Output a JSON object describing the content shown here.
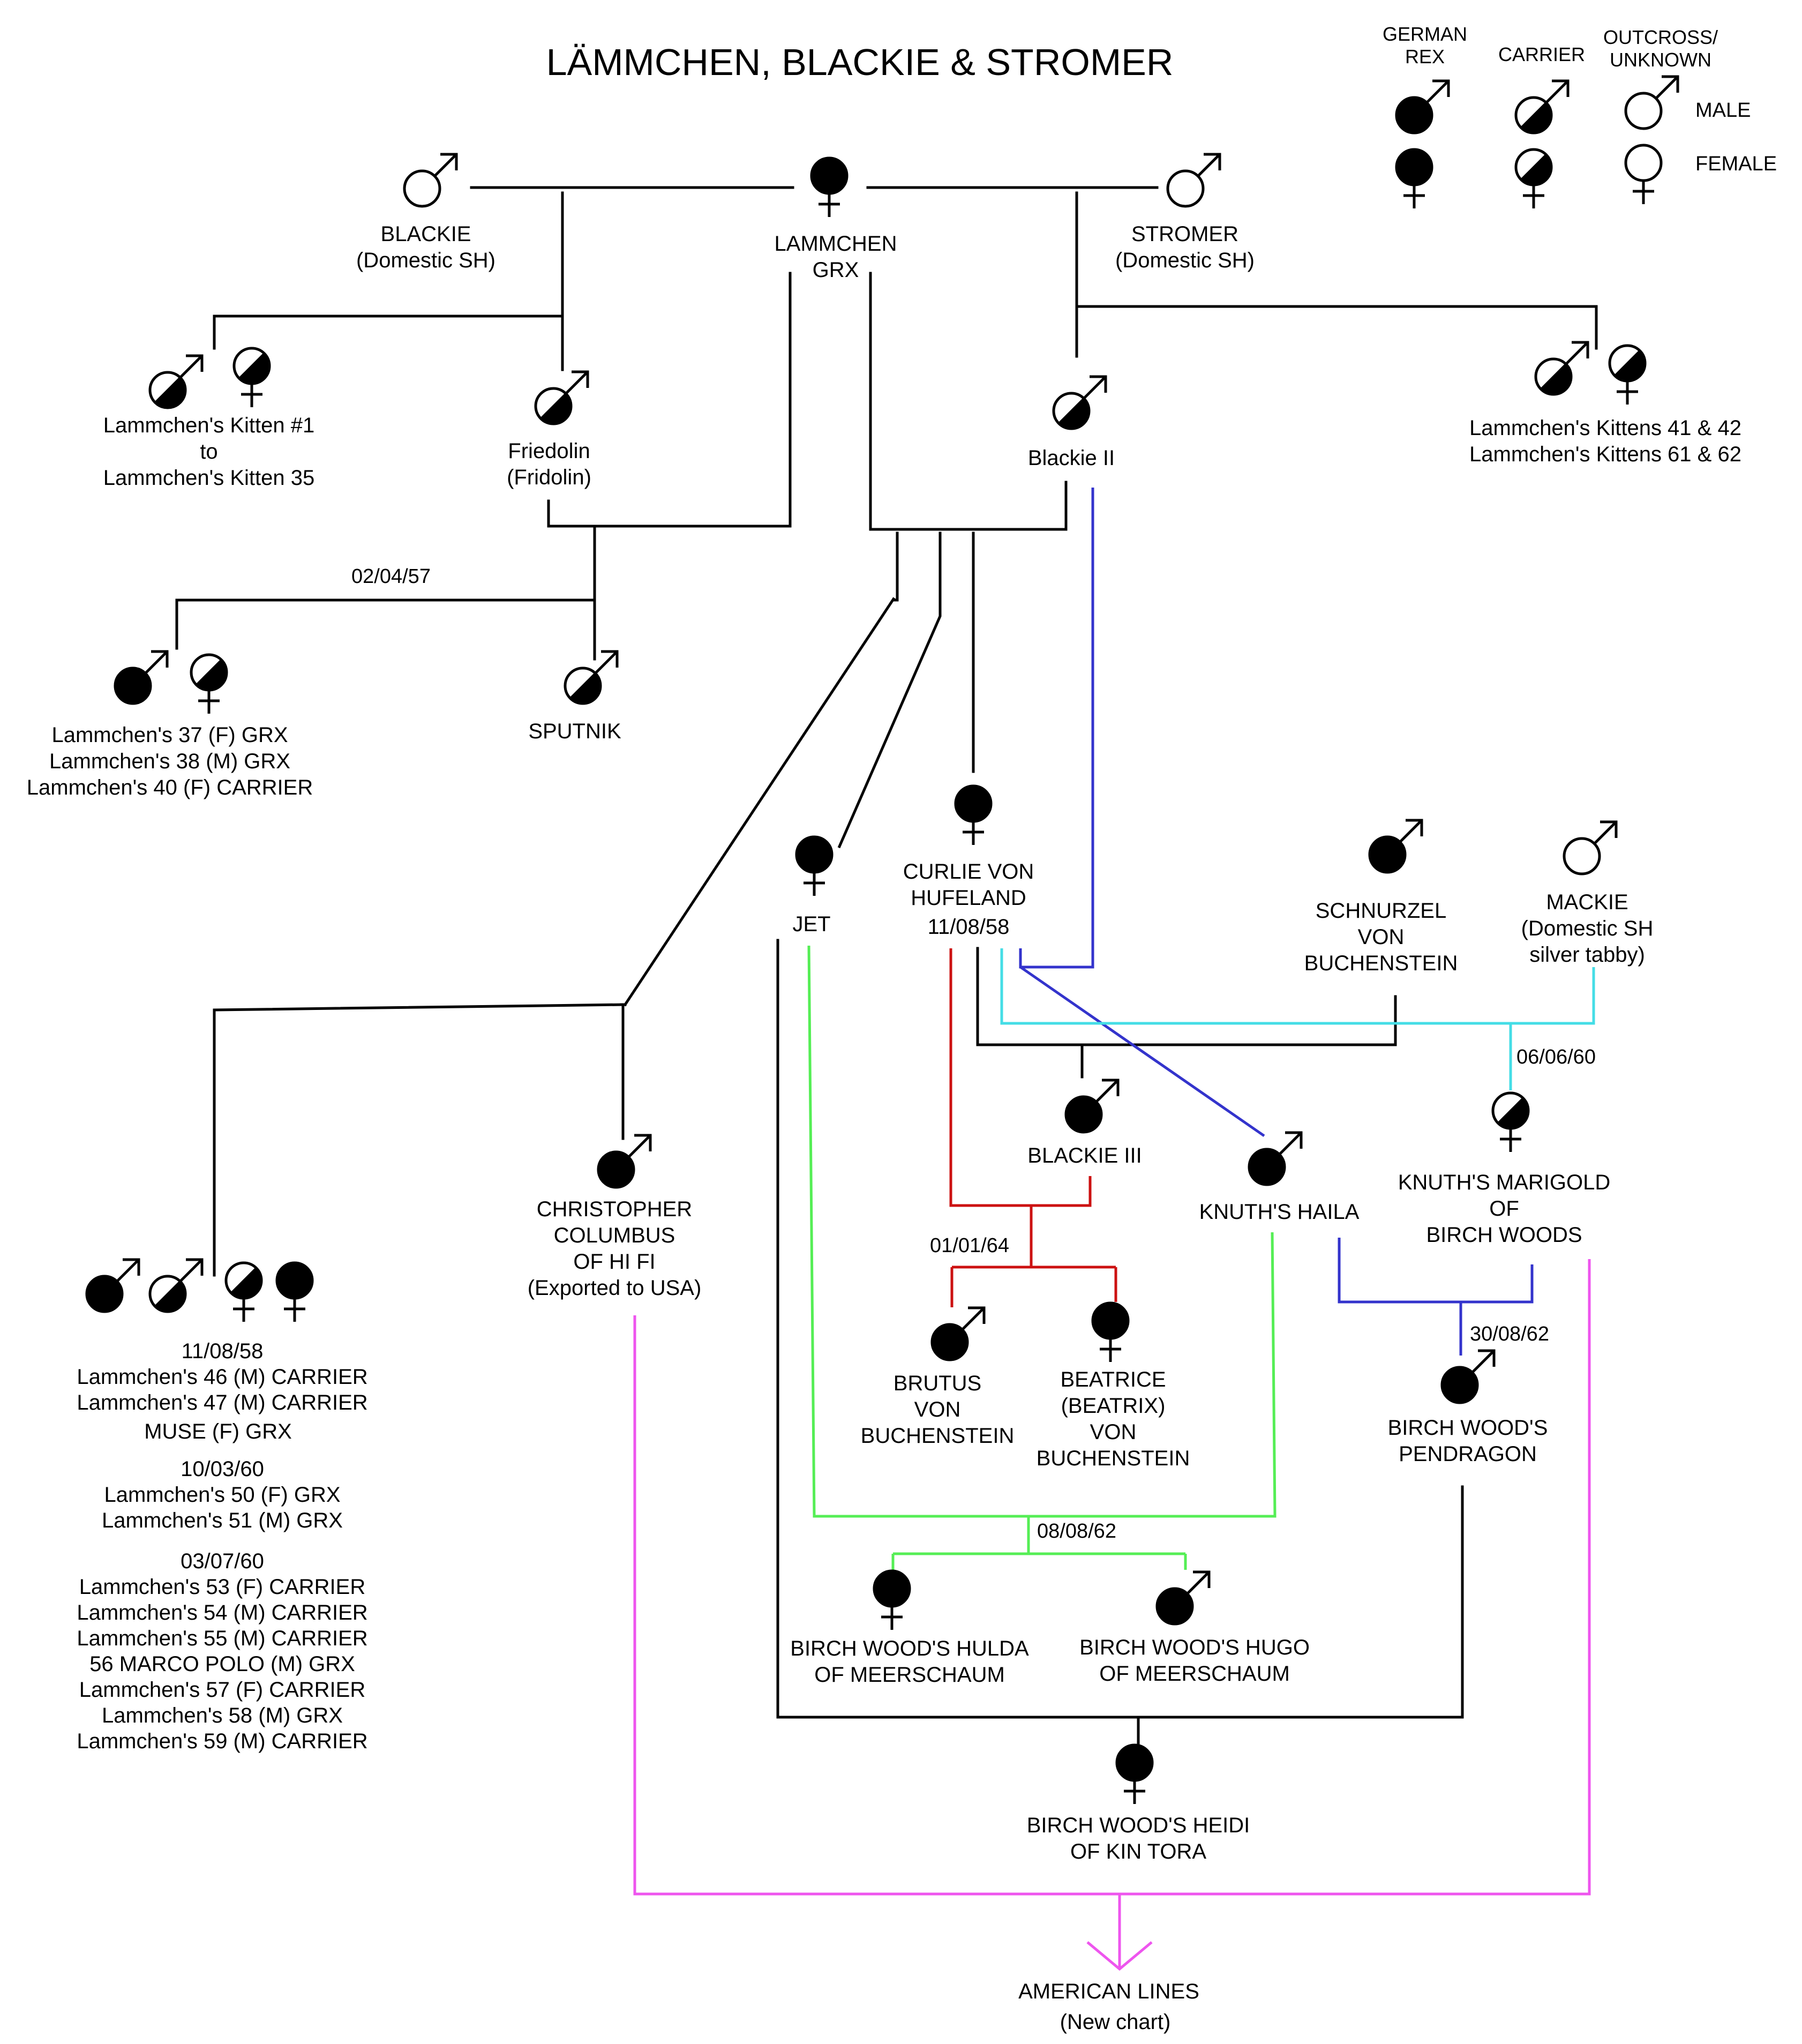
{
  "title": "LÄMMCHEN, BLACKIE & STROMER",
  "legend": {
    "columns": {
      "german_rex": [
        "GERMAN",
        "REX"
      ],
      "carrier": [
        "CARRIER"
      ],
      "outcross": [
        "OUTCROSS/",
        "UNKNOWN"
      ]
    },
    "rows": {
      "male": "MALE",
      "female": "FEMALE"
    }
  },
  "colors": {
    "line_black": "#000000",
    "line_blue": "#3333cc",
    "line_cyan": "#44dde6",
    "line_red": "#cc1111",
    "line_green": "#55ee55",
    "line_magenta": "#ee55ee"
  },
  "cats": {
    "blackie": [
      "BLACKIE",
      "(Domestic SH)"
    ],
    "lammchen": [
      "LAMMCHEN",
      "GRX"
    ],
    "stromer": [
      "STROMER",
      "(Domestic SH)"
    ],
    "kittens_1_35": [
      "Lammchen's Kitten #1",
      "to",
      "Lammchen's Kitten 35"
    ],
    "friedolin": [
      "Friedolin",
      "(Fridolin)"
    ],
    "blackie_ii": [
      "Blackie II"
    ],
    "kittens_41_62": [
      "Lammchen's Kittens 41 & 42",
      "Lammchen's Kittens 61 & 62"
    ],
    "litter_37_40": [
      "Lammchen's 37 (F) GRX",
      "Lammchen's 38 (M) GRX",
      "Lammchen's 40 (F) CARRIER"
    ],
    "sputnik": [
      "SPUTNIK"
    ],
    "jet": [
      "JET"
    ],
    "curlie": [
      "CURLIE VON",
      "HUFELAND",
      "11/08/58"
    ],
    "schnurzel": [
      "SCHNURZEL",
      "VON",
      "BUCHENSTEIN"
    ],
    "mackie": [
      "MACKIE",
      "(Domestic SH",
      "silver tabby)"
    ],
    "christopher": [
      "CHRISTOPHER",
      "COLUMBUS",
      "OF HI FI",
      "(Exported to USA)"
    ],
    "blackie_iii": [
      "BLACKIE III"
    ],
    "knuths_haila": [
      "KNUTH'S HAILA"
    ],
    "marigold": [
      "KNUTH'S MARIGOLD",
      "OF",
      "BIRCH WOODS"
    ],
    "brutus": [
      "BRUTUS",
      "VON",
      "BUCHENSTEIN"
    ],
    "beatrice": [
      "BEATRICE",
      "(BEATRIX)",
      "VON",
      "BUCHENSTEIN"
    ],
    "pendragon": [
      "BIRCH WOOD'S",
      "PENDRAGON"
    ],
    "hulda": [
      "BIRCH WOOD'S HULDA",
      "OF MEERSCHAUM"
    ],
    "hugo": [
      "BIRCH WOOD'S HUGO",
      "OF MEERSCHAUM"
    ],
    "heidi": [
      "BIRCH WOOD'S HEIDI",
      "OF KIN TORA"
    ],
    "american_lines": [
      "AMERICAN LINES",
      "(New chart)"
    ]
  },
  "litter_list": [
    "11/08/58",
    "Lammchen's 46 (M) CARRIER",
    "Lammchen's 47 (M) CARRIER",
    "MUSE (F) GRX",
    "",
    "10/03/60",
    "Lammchen's 50 (F) GRX",
    "Lammchen's 51 (M) GRX",
    "",
    "03/07/60",
    "Lammchen's 53 (F) CARRIER",
    "Lammchen's 54 (M) CARRIER",
    "Lammchen's 55 (M) CARRIER",
    "56 MARCO POLO (M) GRX",
    "Lammchen's 57 (F) CARRIER",
    "Lammchen's 58 (M) GRX",
    "Lammchen's 59 (M) CARRIER"
  ],
  "dates": {
    "d_020457": "02/04/57",
    "d_060660": "06/06/60",
    "d_010164": "01/01/64",
    "d_300862": "30/08/62",
    "d_080862": "08/08/62"
  }
}
